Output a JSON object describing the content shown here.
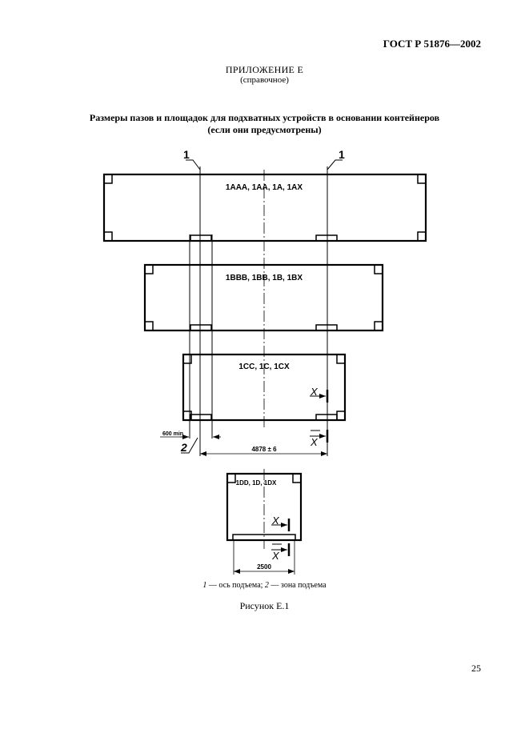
{
  "header": {
    "standard": "ГОСТ Р 51876—2002"
  },
  "appendix": {
    "title": "ПРИЛОЖЕНИЕ Е",
    "subtitle": "(справочное)"
  },
  "title": {
    "line1": "Размеры пазов и площадок для подхватных устройств в основании контейнеров",
    "line2": "(если они предусмотрены)"
  },
  "figure": {
    "callout_axis": "1",
    "callout_zone": "2",
    "container_labels": {
      "c1": "1AAA, 1AA, 1A, 1AX",
      "c2": "1BBB, 1BB, 1B, 1BX",
      "c3": "1CC, 1C, 1CX",
      "c4": "1DD, 1D, 1DX"
    },
    "section_letter": "X",
    "dim_zone": "600 min",
    "dim_spacing": "4878 ± 6",
    "dim_width": "2500"
  },
  "legend": {
    "item1_num": "1",
    "item1_text": " — ось подъема; ",
    "item2_num": "2",
    "item2_text": " — зона подъема"
  },
  "caption": "Рисунок Е.1",
  "page_number": "25"
}
